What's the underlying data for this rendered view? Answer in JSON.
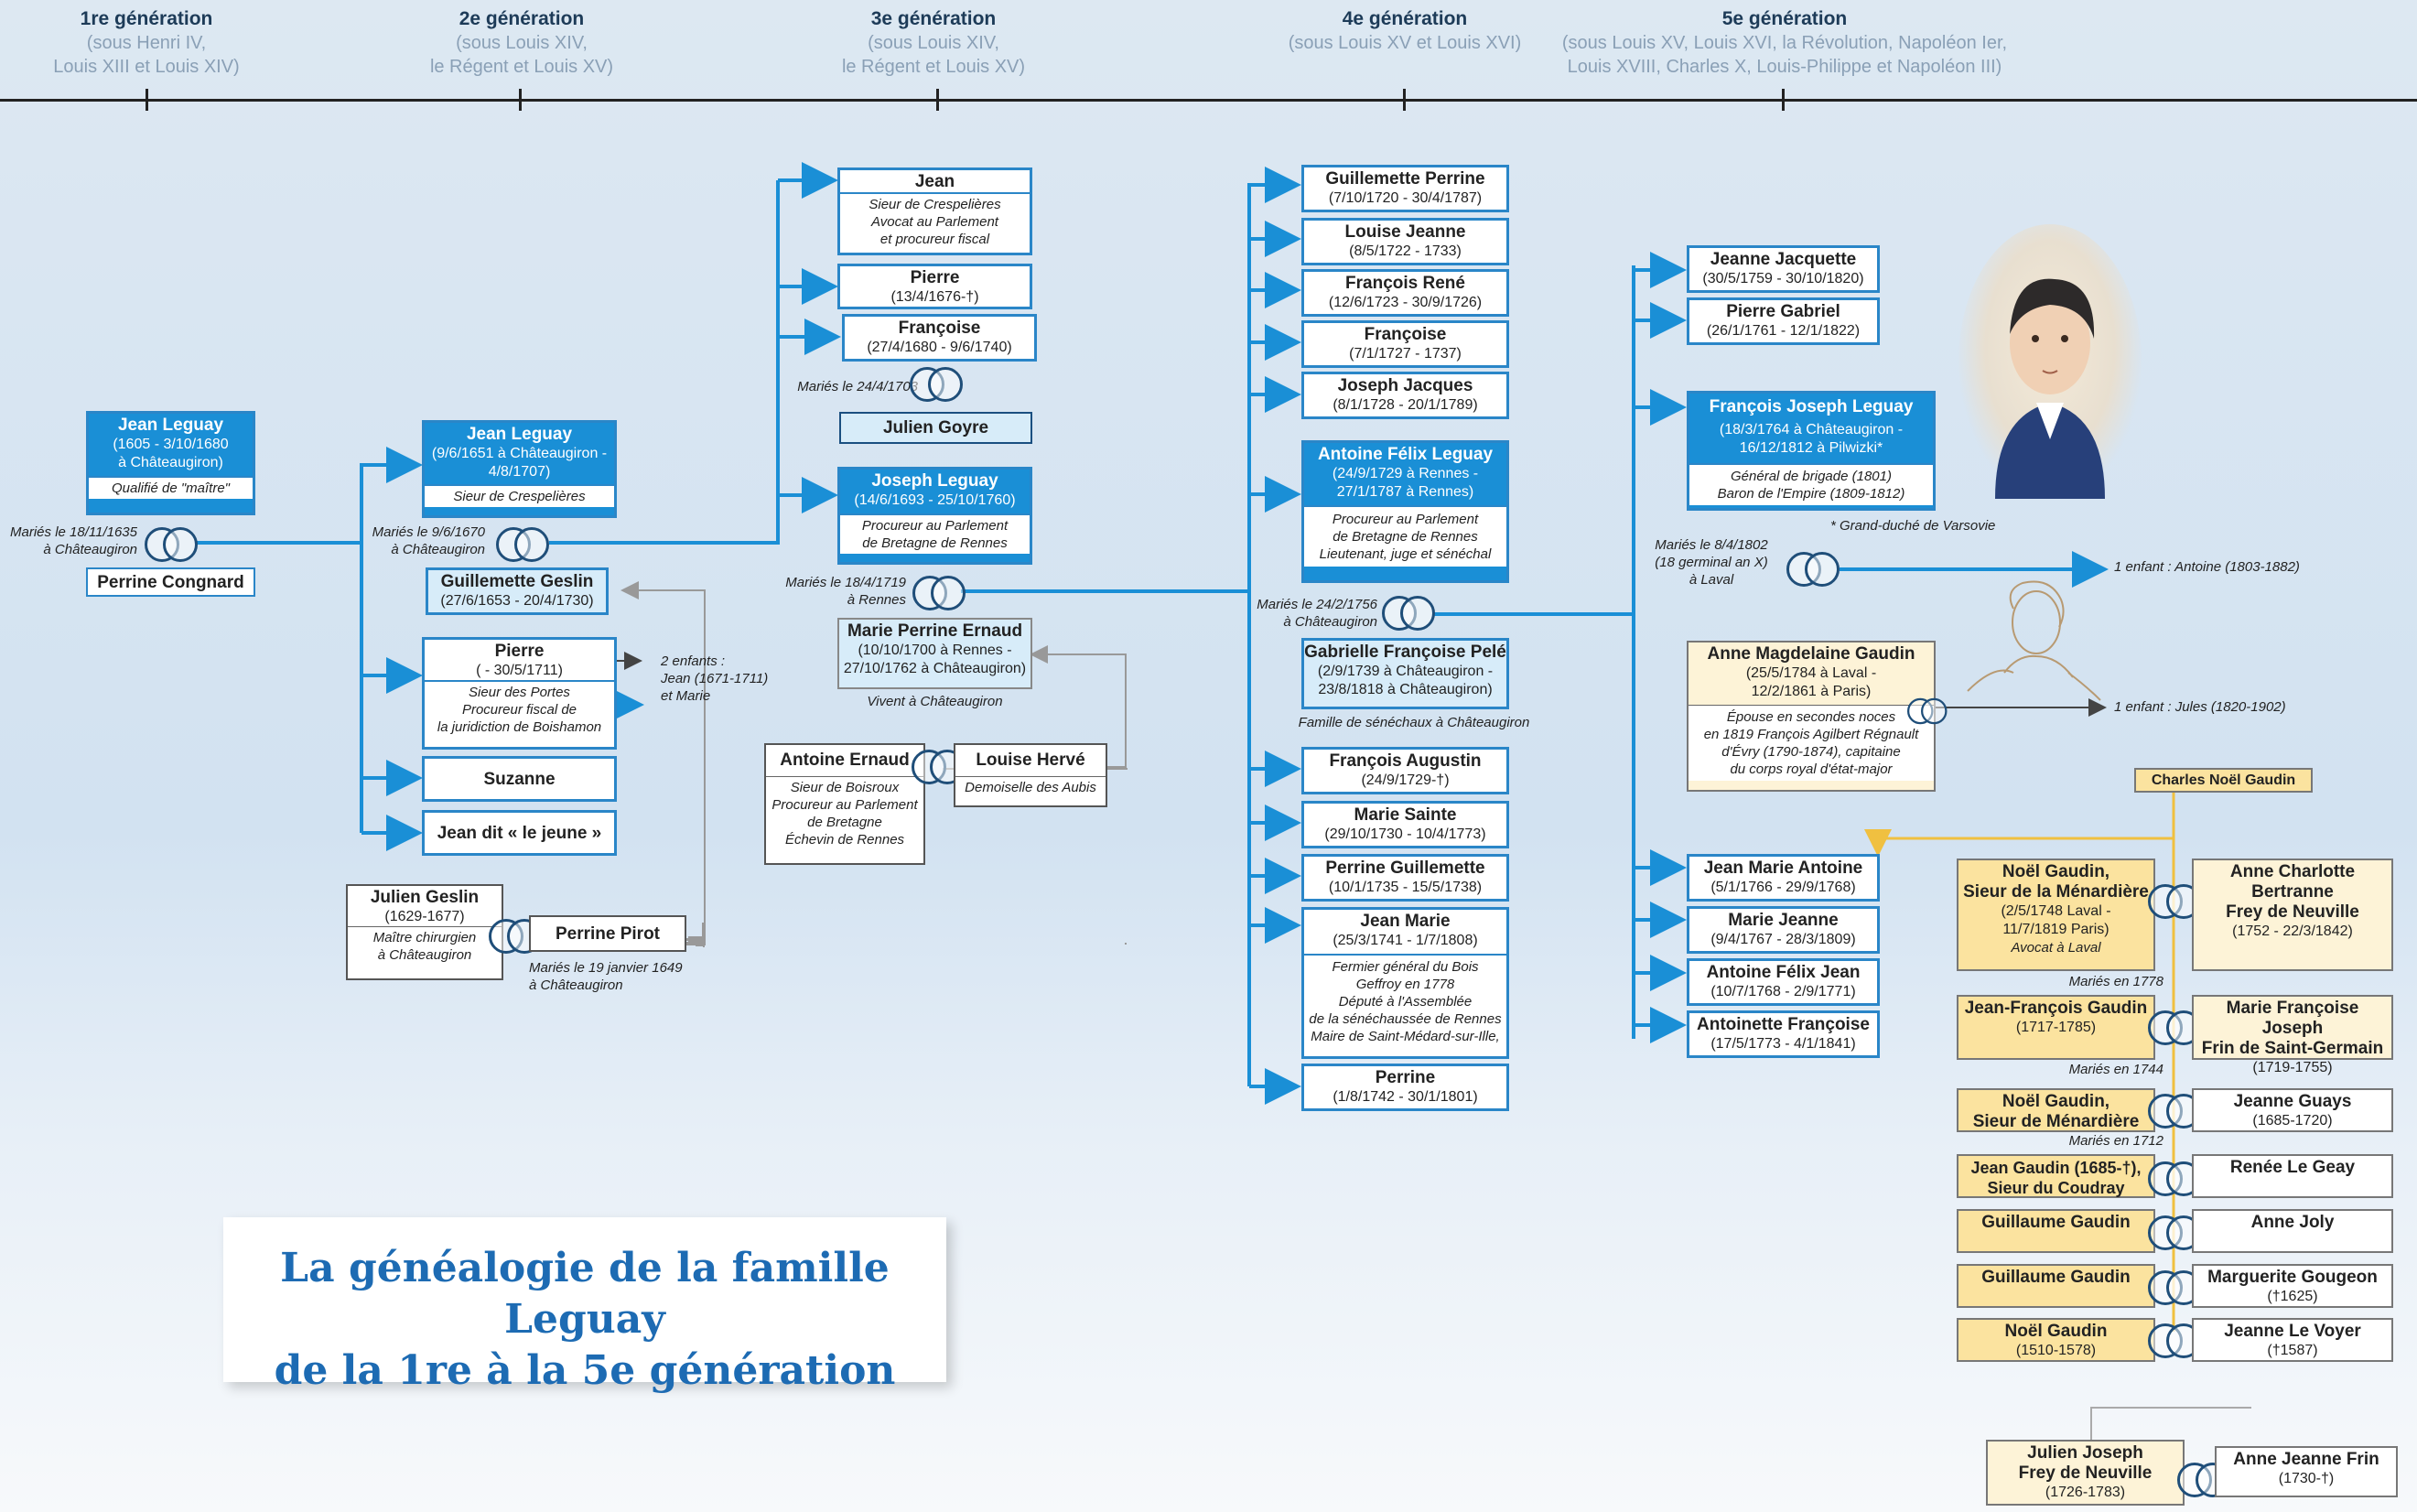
{
  "generations": [
    {
      "title": "1re génération",
      "sub": "(sous Henri IV,\nLouis XIII et Louis XIV)"
    },
    {
      "title": "2e génération",
      "sub": "(sous Louis XIV,\nle Régent et Louis XV)"
    },
    {
      "title": "3e génération",
      "sub": "(sous Louis XIV,\nle Régent et Louis XV)"
    },
    {
      "title": "4e génération",
      "sub": "(sous Louis XV et Louis XVI)"
    },
    {
      "title": "5e génération",
      "sub": "(sous Louis XV, Louis XVI, la Révolution, Napoléon Ier,\nLouis XVIII, Charles X, Louis-Philippe et Napoléon III)"
    }
  ],
  "g1": {
    "jean": {
      "name": "Jean Leguay",
      "dates": "(1605 - 3/10/1680\nà Châteaugiron)",
      "note": "Qualifié de \"maître\""
    },
    "married": "Mariés le 18/11/1635\nà Châteaugiron",
    "perrine": {
      "name": "Perrine Congnard"
    }
  },
  "g2": {
    "jean": {
      "name": "Jean Leguay",
      "dates": "(9/6/1651 à Châteaugiron -\n4/8/1707)",
      "note": "Sieur de Crespelières"
    },
    "married": "Mariés le 9/6/1670\nà Châteaugiron",
    "guillemette": {
      "name": "Guillemette Geslin",
      "dates": "(27/6/1653 - 20/4/1730)"
    },
    "pierre": {
      "name": "Pierre",
      "dates": "( - 30/5/1711)",
      "note": "Sieur des Portes\nProcureur fiscal de\nla juridiction de Boishamon"
    },
    "pierre_children": "2 enfants :\nJean (1671-1711)\net Marie",
    "suzanne": {
      "name": "Suzanne"
    },
    "jean_jeune": {
      "name": "Jean dit « le jeune »"
    },
    "julien_geslin": {
      "name": "Julien Geslin",
      "dates": "(1629-1677)",
      "note": "Maître chirurgien\nà Châteaugiron"
    },
    "perrine_pirot": {
      "name": "Perrine Pirot"
    },
    "pirot_married": "Mariés le 19 janvier 1649\nà Châteaugiron"
  },
  "g3": {
    "jean": {
      "name": "Jean",
      "note": "Sieur de Crespelières\nAvocat au Parlement\net procureur fiscal"
    },
    "pierre": {
      "name": "Pierre",
      "dates": "(13/4/1676-†)"
    },
    "francoise": {
      "name": "Françoise",
      "dates": "(27/4/1680 - 9/6/1740)"
    },
    "married_1703": "Mariés le 24/4/1703",
    "julien_goyre": {
      "name": "Julien Goyre"
    },
    "joseph": {
      "name": "Joseph Leguay",
      "dates": "(14/6/1693 - 25/10/1760)",
      "note": "Procureur au Parlement\nde Bretagne de Rennes"
    },
    "married": "Mariés le 18/4/1719\nà Rennes",
    "marie_perrine": {
      "name": "Marie Perrine Ernaud",
      "dates": "(10/10/1700 à Rennes -\n27/10/1762 à Châteaugiron)"
    },
    "vivent": "Vivent à Châteaugiron",
    "antoine_ernaud": {
      "name": "Antoine Ernaud",
      "note": "Sieur de Boisroux\nProcureur au Parlement\nde Bretagne\nÉchevin de Rennes"
    },
    "louise_herve": {
      "name": "Louise Hervé",
      "note": "Demoiselle des Aubis"
    }
  },
  "g4": {
    "children_top": [
      {
        "name": "Guillemette Perrine",
        "dates": "(7/10/1720 - 30/4/1787)"
      },
      {
        "name": "Louise Jeanne",
        "dates": "(8/5/1722 - 1733)"
      },
      {
        "name": "François René",
        "dates": "(12/6/1723 - 30/9/1726)"
      },
      {
        "name": "Françoise",
        "dates": "(7/1/1727 - 1737)"
      },
      {
        "name": "Joseph Jacques",
        "dates": "(8/1/1728 - 20/1/1789)"
      }
    ],
    "antoine": {
      "name": "Antoine Félix Leguay",
      "dates": "(24/9/1729 à Rennes -\n27/1/1787 à Rennes)",
      "note": "Procureur au Parlement\nde Bretagne de Rennes\nLieutenant, juge et sénéchal"
    },
    "married": "Mariés le 24/2/1756\nà Châteaugiron",
    "gabrielle": {
      "name": "Gabrielle Françoise Pelé",
      "dates": "(2/9/1739 à Châteaugiron -\n23/8/1818 à Châteaugiron)"
    },
    "famille": "Famille de sénéchaux à Châteaugiron",
    "children_bottom": [
      {
        "name": "François Augustin",
        "dates": "(24/9/1729-†)"
      },
      {
        "name": "Marie Sainte",
        "dates": "(29/10/1730 - 10/4/1773)"
      },
      {
        "name": "Perrine Guillemette",
        "dates": "(10/1/1735 - 15/5/1738)"
      }
    ],
    "jean_marie": {
      "name": "Jean Marie",
      "dates": "(25/3/1741 - 1/7/1808)",
      "note": "Fermier général du Bois\nGeffroy en 1778\nDéputé à l'Assemblée\nde la sénéchaussée de Rennes\nMaire de Saint-Médard-sur-Ille,"
    },
    "perrine": {
      "name": "Perrine",
      "dates": "(1/8/1742 - 30/1/1801)"
    }
  },
  "g5": {
    "jeanne_jacquette": {
      "name": "Jeanne Jacquette",
      "dates": "(30/5/1759 - 30/10/1820)"
    },
    "pierre_gabriel": {
      "name": "Pierre Gabriel",
      "dates": "(26/1/1761 - 12/1/1822)"
    },
    "francois_joseph": {
      "name": "François Joseph Leguay",
      "dates": "(18/3/1764 à Châteaugiron -\n16/12/1812 à Pilwizki*",
      "note": "Général de brigade (1801)\nBaron de l'Empire (1809-1812)"
    },
    "varsovie": "* Grand-duché de Varsovie",
    "married": "Mariés le 8/4/1802\n(18 germinal an X)\nà Laval",
    "enfant_antoine": "1 enfant : Antoine (1803-1882)",
    "anne_gaudin": {
      "name": "Anne Magdelaine Gaudin",
      "dates": "(25/5/1784 à Laval -\n12/2/1861 à Paris)",
      "note": "Épouse en secondes noces\nen 1819 François Agilbert Régnault\nd'Évry (1790-1874), capitaine\ndu corps royal d'état-major"
    },
    "enfant_jules": "1 enfant : Jules (1820-1902)",
    "children_bottom": [
      {
        "name": "Jean Marie Antoine",
        "dates": "(5/1/1766 - 29/9/1768)"
      },
      {
        "name": "Marie Jeanne",
        "dates": "(9/4/1767 - 28/3/1809)"
      },
      {
        "name": "Antoine Félix Jean",
        "dates": "(10/7/1768 - 2/9/1771)"
      },
      {
        "name": "Antoinette Françoise",
        "dates": "(17/5/1773 - 4/1/1841)"
      }
    ]
  },
  "gaudin": {
    "charles": {
      "name": "Charles Noël Gaudin"
    },
    "noel1": {
      "name": "Noël Gaudin,\nSieur de la Ménardière",
      "dates": "(2/5/1748 Laval -\n11/7/1819 Paris)",
      "note": "Avocat à Laval"
    },
    "anne_charlotte": {
      "name": "Anne Charlotte Bertranne\nFrey de Neuville",
      "dates": "(1752 - 22/3/1842)"
    },
    "m1778": "Mariés en 1778",
    "jean_francois": {
      "name": "Jean-François Gaudin",
      "dates": "(1717-1785)"
    },
    "marie_francoise": {
      "name": "Marie Françoise Joseph\nFrin de Saint-Germain",
      "dates": "(1719-1755)"
    },
    "m1744": "Mariés en 1744",
    "noel2": {
      "name": "Noël Gaudin,\nSieur de Ménardière"
    },
    "jeanne_guays": {
      "name": "Jeanne Guays",
      "dates": "(1685-1720)"
    },
    "m1712": "Mariés en 1712",
    "jean_gaudin": {
      "name": "Jean Gaudin (1685-†),\nSieur du Coudray"
    },
    "renee": {
      "name": "Renée Le Geay"
    },
    "guillaume1": {
      "name": "Guillaume Gaudin"
    },
    "anne_joly": {
      "name": "Anne Joly"
    },
    "guillaume2": {
      "name": "Guillaume Gaudin"
    },
    "marguerite": {
      "name": "Marguerite Gougeon",
      "dates": "(†1625)"
    },
    "noel3": {
      "name": "Noël Gaudin",
      "dates": "(1510-1578)"
    },
    "jeanne_voyer": {
      "name": "Jeanne Le Voyer",
      "dates": "(†1587)"
    },
    "julien_joseph": {
      "name": "Julien Joseph\nFrey de Neuville",
      "dates": "(1726-1783)"
    },
    "anne_jeanne": {
      "name": "Anne Jeanne Frin",
      "dates": "(1730-†)"
    }
  },
  "title": {
    "line1": "La généalogie de la famille Leguay",
    "line2": "de la 1re à la 5e génération"
  }
}
